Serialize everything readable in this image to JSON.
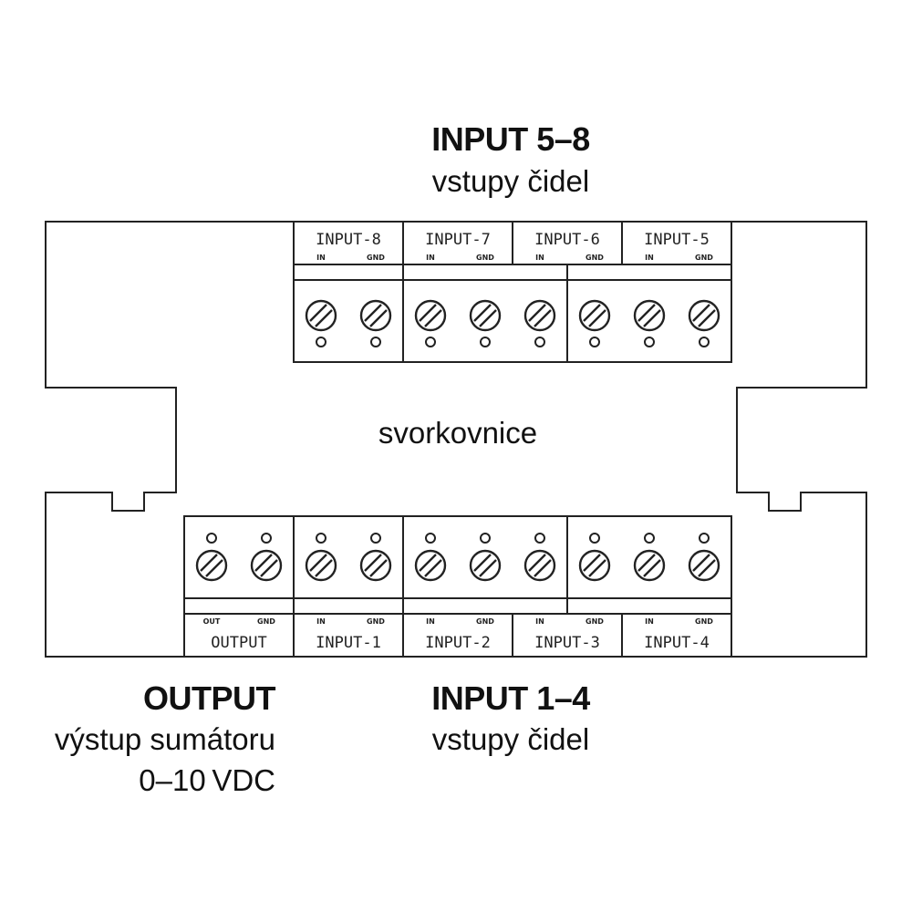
{
  "top_caption": {
    "title": "INPUT 5–8",
    "subtitle": "vstupy čidel"
  },
  "center_caption": "svorkovnice",
  "output_caption": {
    "title": "OUTPUT",
    "line1": "výstup sumátoru",
    "line2": "0–10 VDC"
  },
  "bottom_caption": {
    "title": "INPUT 1–4",
    "subtitle": "vstupy čidel"
  },
  "top_terminals": {
    "labels": [
      "INPUT-8",
      "INPUT-7",
      "INPUT-6",
      "INPUT-5"
    ],
    "sub_labels": [
      "IN",
      "GND",
      "IN",
      "GND",
      "IN",
      "GND",
      "IN",
      "GND"
    ]
  },
  "bottom_terminals": {
    "labels": [
      "OUTPUT",
      "INPUT-1",
      "INPUT-2",
      "INPUT-3",
      "INPUT-4"
    ],
    "sub_labels": [
      "OUT",
      "GND",
      "IN",
      "GND",
      "IN",
      "GND",
      "IN",
      "GND",
      "IN",
      "GND"
    ]
  },
  "colors": {
    "line": "#222222",
    "background": "#ffffff"
  },
  "icons": {
    "screw": "screw-terminal-icon",
    "hole": "wire-hole-icon"
  }
}
